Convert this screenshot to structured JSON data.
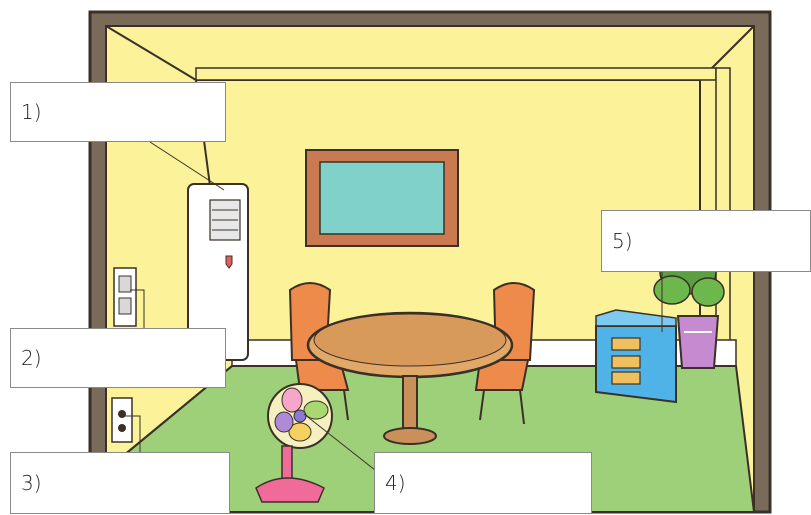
{
  "labels": [
    {
      "number": "1)"
    },
    {
      "number": "2)"
    },
    {
      "number": "3)"
    },
    {
      "number": "4)"
    },
    {
      "number": "5)"
    }
  ],
  "colors": {
    "wall": "#fbf29a",
    "frame": "#7a6a5a",
    "floor": "#9ed07a",
    "baseboard": "#ffffff",
    "table": "#e2a86a",
    "chairs": "#ee8a4a",
    "painting_frame": "#c97a50",
    "painting": "#7fd1c9",
    "cabinet": "#4fb3e8",
    "plant_pot": "#c68ad0",
    "aircon": "#ffffff",
    "fan_base": "#f06a9a"
  },
  "icons": [
    "air-conditioner-icon",
    "light-switch-icon",
    "power-outlet-icon",
    "electric-fan-icon",
    "cabinet-icon",
    "potted-plant-icon",
    "painting-icon",
    "table-icon",
    "chair-icon"
  ]
}
